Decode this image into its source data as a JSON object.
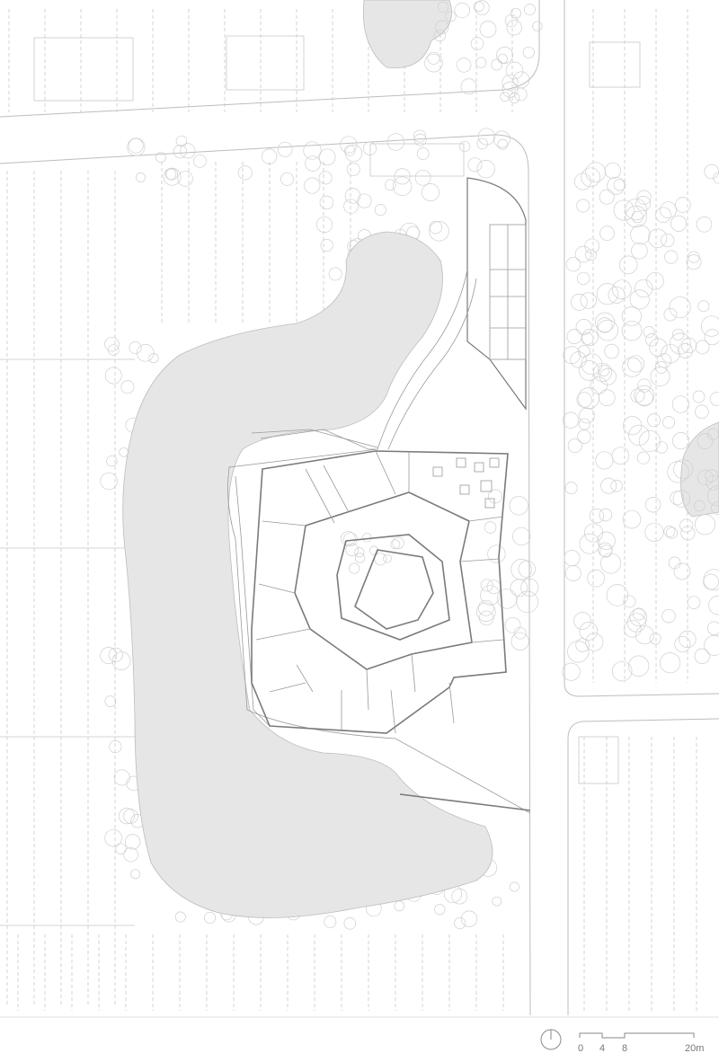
{
  "scale_bar": {
    "ticks": [
      "0",
      "4",
      "8",
      "20m"
    ]
  },
  "icons": {
    "north": "north-arrow-icon"
  },
  "colors": {
    "pond": "#e6e6e6",
    "line": "#8a8a8a",
    "background": "#ffffff"
  }
}
